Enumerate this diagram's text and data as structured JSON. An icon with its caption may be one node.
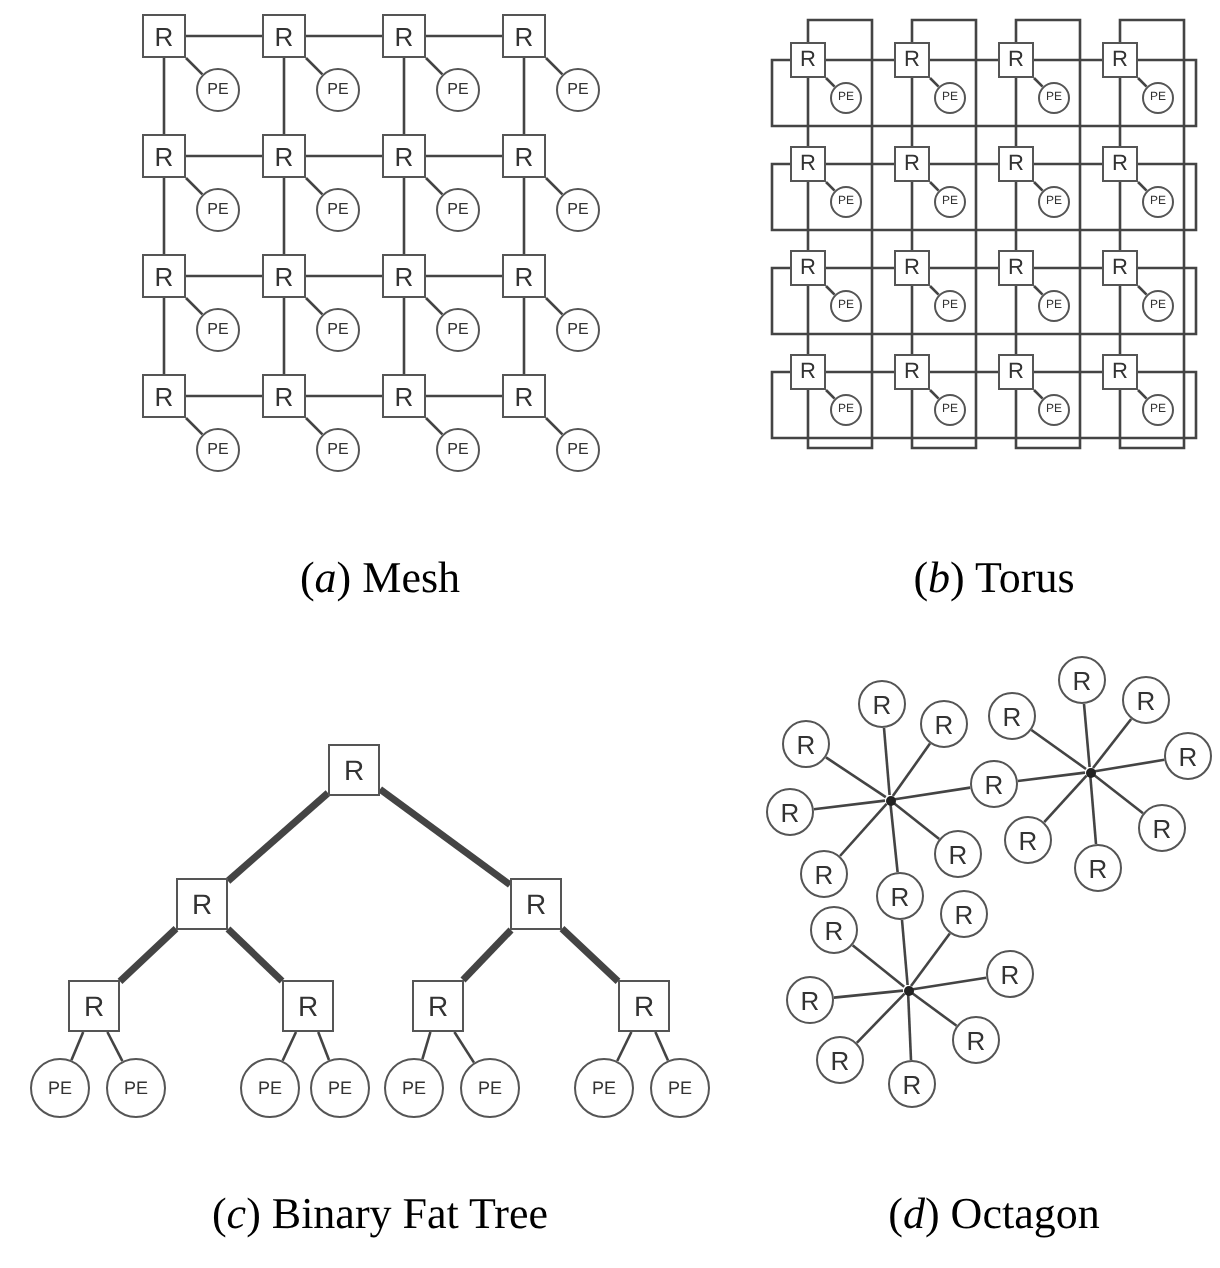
{
  "diagram": {
    "nodes": [
      {
        "text": [
          "R"
        ]
      },
      {
        "text": [
          "PE"
        ]
      },
      {
        "text": [
          "R"
        ]
      },
      {
        "text": [
          "PE"
        ]
      },
      {
        "text": [
          "R"
        ]
      },
      {
        "text": [
          "PE"
        ]
      },
      {
        "text": [
          "R"
        ]
      },
      {
        "text": [
          "PE"
        ]
      },
      {
        "text": [
          "R"
        ]
      },
      {
        "text": [
          "PE"
        ]
      },
      {
        "text": [
          "R"
        ]
      },
      {
        "text": [
          "PE"
        ]
      },
      {
        "text": [
          "R"
        ]
      },
      {
        "text": [
          "PE"
        ]
      },
      {
        "text": [
          "R"
        ]
      },
      {
        "text": [
          "PE"
        ]
      },
      {
        "text": [
          "R"
        ]
      },
      {
        "text": [
          "PE"
        ]
      },
      {
        "text": [
          "R"
        ]
      },
      {
        "text": [
          "PE"
        ]
      },
      {
        "text": [
          "R"
        ]
      },
      {
        "text": [
          "PE"
        ]
      },
      {
        "text": [
          "R"
        ]
      },
      {
        "text": [
          "PE"
        ]
      },
      {
        "text": [
          "R"
        ]
      },
      {
        "text": [
          "PE"
        ]
      },
      {
        "text": [
          "R"
        ]
      },
      {
        "text": [
          "PE"
        ]
      },
      {
        "text": [
          "R"
        ]
      },
      {
        "text": [
          "PE"
        ]
      },
      {
        "text": [
          "R"
        ]
      },
      {
        "text": [
          "PE"
        ]
      },
      {
        "text": [
          "R"
        ]
      },
      {
        "text": [
          "PE"
        ]
      },
      {
        "text": [
          "R"
        ]
      },
      {
        "text": [
          "PE"
        ]
      },
      {
        "text": [
          "R"
        ]
      },
      {
        "text": [
          "PE"
        ]
      },
      {
        "text": [
          "R"
        ]
      },
      {
        "text": [
          "PE"
        ]
      },
      {
        "text": [
          "R"
        ]
      },
      {
        "text": [
          "PE"
        ]
      },
      {
        "text": [
          "R"
        ]
      },
      {
        "text": [
          "PE"
        ]
      },
      {
        "text": [
          "R"
        ]
      },
      {
        "text": [
          "PE"
        ]
      },
      {
        "text": [
          "R"
        ]
      },
      {
        "text": [
          "PE"
        ]
      },
      {
        "text": [
          "R"
        ]
      },
      {
        "text": [
          "PE"
        ]
      },
      {
        "text": [
          "R"
        ]
      },
      {
        "text": [
          "PE"
        ]
      },
      {
        "text": [
          "R"
        ]
      },
      {
        "text": [
          "PE"
        ]
      },
      {
        "text": [
          "R"
        ]
      },
      {
        "text": [
          "PE"
        ]
      },
      {
        "text": [
          "R"
        ]
      },
      {
        "text": [
          "PE"
        ]
      },
      {
        "text": [
          "R"
        ]
      },
      {
        "text": [
          "PE"
        ]
      },
      {
        "text": [
          "R"
        ]
      },
      {
        "text": [
          "PE"
        ]
      },
      {
        "text": [
          "R"
        ]
      },
      {
        "text": [
          "PE"
        ]
      },
      {
        "text": [
          "R"
        ]
      },
      {
        "text": [
          "R"
        ]
      },
      {
        "text": [
          "R"
        ]
      },
      {
        "text": [
          "R"
        ]
      },
      {
        "text": [
          "R"
        ]
      },
      {
        "text": [
          "R"
        ]
      },
      {
        "text": [
          "R"
        ]
      },
      {
        "text": [
          "PE"
        ]
      },
      {
        "text": [
          "PE"
        ]
      },
      {
        "text": [
          "PE"
        ]
      },
      {
        "text": [
          "PE"
        ]
      },
      {
        "text": [
          "PE"
        ]
      },
      {
        "text": [
          "PE"
        ]
      },
      {
        "text": [
          "PE"
        ]
      },
      {
        "text": [
          "PE"
        ]
      },
      {
        "text": [],
        "shape": "dot"
      },
      {
        "text": [
          "R"
        ]
      },
      {
        "text": [
          "R"
        ]
      },
      {
        "text": [
          "R"
        ]
      },
      {
        "text": [
          "R"
        ]
      },
      {
        "text": [
          "R"
        ]
      },
      {
        "text": [
          "R"
        ]
      },
      {
        "text": [
          "R"
        ]
      },
      {
        "text": [
          "R"
        ]
      },
      {
        "text": [],
        "shape": "dot"
      },
      {
        "text": [
          "R"
        ]
      },
      {
        "text": [
          "R"
        ]
      },
      {
        "text": [
          "R"
        ]
      },
      {
        "text": [
          "R"
        ]
      },
      {
        "text": [
          "R"
        ]
      },
      {
        "text": [
          "R"
        ]
      },
      {
        "text": [
          "R"
        ]
      },
      {
        "text": [],
        "shape": "dot"
      },
      {
        "text": [
          "R"
        ]
      },
      {
        "text": [
          "R"
        ]
      },
      {
        "text": [
          "R"
        ]
      },
      {
        "text": [
          "R"
        ]
      },
      {
        "text": [
          "R"
        ]
      },
      {
        "text": [
          "R"
        ]
      },
      {
        "text": [
          "R"
        ]
      }
    ],
    "edges": [
      {
        "from": 0,
        "to": 1,
        "arrow": "none"
      },
      {
        "from": 2,
        "to": 3,
        "arrow": "none"
      },
      {
        "from": 4,
        "to": 5,
        "arrow": "none"
      },
      {
        "from": 6,
        "to": 7,
        "arrow": "none"
      },
      {
        "from": 8,
        "to": 9,
        "arrow": "none"
      },
      {
        "from": 10,
        "to": 11,
        "arrow": "none"
      },
      {
        "from": 12,
        "to": 13,
        "arrow": "none"
      },
      {
        "from": 14,
        "to": 15,
        "arrow": "none"
      },
      {
        "from": 16,
        "to": 17,
        "arrow": "none"
      },
      {
        "from": 18,
        "to": 19,
        "arrow": "none"
      },
      {
        "from": 20,
        "to": 21,
        "arrow": "none"
      },
      {
        "from": 22,
        "to": 23,
        "arrow": "none"
      },
      {
        "from": 24,
        "to": 25,
        "arrow": "none"
      },
      {
        "from": 26,
        "to": 27,
        "arrow": "none"
      },
      {
        "from": 28,
        "to": 29,
        "arrow": "none"
      },
      {
        "from": 30,
        "to": 31,
        "arrow": "none"
      },
      {
        "from": 0,
        "to": 2,
        "arrow": "none"
      },
      {
        "from": 2,
        "to": 4,
        "arrow": "none"
      },
      {
        "from": 4,
        "to": 6,
        "arrow": "none"
      },
      {
        "from": 8,
        "to": 10,
        "arrow": "none"
      },
      {
        "from": 10,
        "to": 12,
        "arrow": "none"
      },
      {
        "from": 12,
        "to": 14,
        "arrow": "none"
      },
      {
        "from": 16,
        "to": 18,
        "arrow": "none"
      },
      {
        "from": 18,
        "to": 20,
        "arrow": "none"
      },
      {
        "from": 20,
        "to": 22,
        "arrow": "none"
      },
      {
        "from": 24,
        "to": 26,
        "arrow": "none"
      },
      {
        "from": 26,
        "to": 28,
        "arrow": "none"
      },
      {
        "from": 28,
        "to": 30,
        "arrow": "none"
      },
      {
        "from": 0,
        "to": 8,
        "arrow": "none"
      },
      {
        "from": 8,
        "to": 16,
        "arrow": "none"
      },
      {
        "from": 16,
        "to": 24,
        "arrow": "none"
      },
      {
        "from": 2,
        "to": 10,
        "arrow": "none"
      },
      {
        "from": 10,
        "to": 18,
        "arrow": "none"
      },
      {
        "from": 18,
        "to": 26,
        "arrow": "none"
      },
      {
        "from": 4,
        "to": 12,
        "arrow": "none"
      },
      {
        "from": 12,
        "to": 20,
        "arrow": "none"
      },
      {
        "from": 20,
        "to": 28,
        "arrow": "none"
      },
      {
        "from": 6,
        "to": 14,
        "arrow": "none"
      },
      {
        "from": 14,
        "to": 22,
        "arrow": "none"
      },
      {
        "from": 22,
        "to": 30,
        "arrow": "none"
      },
      {
        "from": 32,
        "to": 33,
        "arrow": "none"
      },
      {
        "from": 34,
        "to": 35,
        "arrow": "none"
      },
      {
        "from": 36,
        "to": 37,
        "arrow": "none"
      },
      {
        "from": 38,
        "to": 39,
        "arrow": "none"
      },
      {
        "from": 40,
        "to": 41,
        "arrow": "none"
      },
      {
        "from": 42,
        "to": 43,
        "arrow": "none"
      },
      {
        "from": 44,
        "to": 45,
        "arrow": "none"
      },
      {
        "from": 46,
        "to": 47,
        "arrow": "none"
      },
      {
        "from": 48,
        "to": 49,
        "arrow": "none"
      },
      {
        "from": 50,
        "to": 51,
        "arrow": "none"
      },
      {
        "from": 52,
        "to": 53,
        "arrow": "none"
      },
      {
        "from": 54,
        "to": 55,
        "arrow": "none"
      },
      {
        "from": 56,
        "to": 57,
        "arrow": "none"
      },
      {
        "from": 58,
        "to": 59,
        "arrow": "none"
      },
      {
        "from": 60,
        "to": 61,
        "arrow": "none"
      },
      {
        "from": 62,
        "to": 63,
        "arrow": "none"
      },
      {
        "from": 32,
        "to": 34,
        "arrow": "none"
      },
      {
        "from": 34,
        "to": 36,
        "arrow": "none"
      },
      {
        "from": 36,
        "to": 38,
        "arrow": "none"
      },
      {
        "from": 40,
        "to": 42,
        "arrow": "none"
      },
      {
        "from": 42,
        "to": 44,
        "arrow": "none"
      },
      {
        "from": 44,
        "to": 46,
        "arrow": "none"
      },
      {
        "from": 48,
        "to": 50,
        "arrow": "none"
      },
      {
        "from": 50,
        "to": 52,
        "arrow": "none"
      },
      {
        "from": 52,
        "to": 54,
        "arrow": "none"
      },
      {
        "from": 56,
        "to": 58,
        "arrow": "none"
      },
      {
        "from": 58,
        "to": 60,
        "arrow": "none"
      },
      {
        "from": 60,
        "to": 62,
        "arrow": "none"
      },
      {
        "from": 32,
        "to": 40,
        "arrow": "none"
      },
      {
        "from": 40,
        "to": 48,
        "arrow": "none"
      },
      {
        "from": 48,
        "to": 56,
        "arrow": "none"
      },
      {
        "from": 34,
        "to": 42,
        "arrow": "none"
      },
      {
        "from": 42,
        "to": 50,
        "arrow": "none"
      },
      {
        "from": 50,
        "to": 58,
        "arrow": "none"
      },
      {
        "from": 36,
        "to": 44,
        "arrow": "none"
      },
      {
        "from": 44,
        "to": 52,
        "arrow": "none"
      },
      {
        "from": 52,
        "to": 60,
        "arrow": "none"
      },
      {
        "from": 38,
        "to": 46,
        "arrow": "none"
      },
      {
        "from": 46,
        "to": 54,
        "arrow": "none"
      },
      {
        "from": 54,
        "to": 62,
        "arrow": "none"
      },
      {
        "from": 32,
        "to": 38,
        "arrow": "none"
      },
      {
        "from": 40,
        "to": 46,
        "arrow": "none"
      },
      {
        "from": 48,
        "to": 54,
        "arrow": "none"
      },
      {
        "from": 56,
        "to": 62,
        "arrow": "none"
      },
      {
        "from": 32,
        "to": 56,
        "arrow": "none"
      },
      {
        "from": 34,
        "to": 58,
        "arrow": "none"
      },
      {
        "from": 36,
        "to": 60,
        "arrow": "none"
      },
      {
        "from": 38,
        "to": 62,
        "arrow": "none"
      },
      {
        "from": 64,
        "to": 65,
        "arrow": "none",
        "style": "thick"
      },
      {
        "from": 64,
        "to": 66,
        "arrow": "none",
        "style": "thick"
      },
      {
        "from": 65,
        "to": 67,
        "arrow": "none",
        "style": "thick"
      },
      {
        "from": 65,
        "to": 68,
        "arrow": "none",
        "style": "thick"
      },
      {
        "from": 66,
        "to": 69,
        "arrow": "none",
        "style": "thick"
      },
      {
        "from": 66,
        "to": 70,
        "arrow": "none",
        "style": "thick"
      },
      {
        "from": 67,
        "to": 71,
        "arrow": "none"
      },
      {
        "from": 67,
        "to": 72,
        "arrow": "none"
      },
      {
        "from": 68,
        "to": 73,
        "arrow": "none"
      },
      {
        "from": 68,
        "to": 74,
        "arrow": "none"
      },
      {
        "from": 69,
        "to": 75,
        "arrow": "none"
      },
      {
        "from": 69,
        "to": 76,
        "arrow": "none"
      },
      {
        "from": 70,
        "to": 77,
        "arrow": "none"
      },
      {
        "from": 70,
        "to": 78,
        "arrow": "none"
      },
      {
        "from": 79,
        "to": 80,
        "arrow": "none"
      },
      {
        "from": 79,
        "to": 81,
        "arrow": "none"
      },
      {
        "from": 79,
        "to": 82,
        "arrow": "none"
      },
      {
        "from": 79,
        "to": 83,
        "arrow": "none"
      },
      {
        "from": 79,
        "to": 84,
        "arrow": "none"
      },
      {
        "from": 79,
        "to": 85,
        "arrow": "none"
      },
      {
        "from": 79,
        "to": 86,
        "arrow": "none"
      },
      {
        "from": 79,
        "to": 87,
        "arrow": "none"
      },
      {
        "from": 88,
        "to": 86,
        "arrow": "none"
      },
      {
        "from": 88,
        "to": 89,
        "arrow": "none"
      },
      {
        "from": 88,
        "to": 90,
        "arrow": "none"
      },
      {
        "from": 88,
        "to": 91,
        "arrow": "none"
      },
      {
        "from": 88,
        "to": 92,
        "arrow": "none"
      },
      {
        "from": 88,
        "to": 93,
        "arrow": "none"
      },
      {
        "from": 88,
        "to": 94,
        "arrow": "none"
      },
      {
        "from": 88,
        "to": 95,
        "arrow": "none"
      },
      {
        "from": 96,
        "to": 87,
        "arrow": "none"
      },
      {
        "from": 96,
        "to": 97,
        "arrow": "none"
      },
      {
        "from": 96,
        "to": 98,
        "arrow": "none"
      },
      {
        "from": 96,
        "to": 99,
        "arrow": "none"
      },
      {
        "from": 96,
        "to": 100,
        "arrow": "none"
      },
      {
        "from": 96,
        "to": 101,
        "arrow": "none"
      },
      {
        "from": 96,
        "to": 102,
        "arrow": "none"
      },
      {
        "from": 96,
        "to": 103,
        "arrow": "none"
      }
    ],
    "labels": [
      "(*a*) Mesh",
      "(*b*) Torus",
      "(*c*) Binary Fat Tree",
      "(*d*) Octagon"
    ]
  }
}
